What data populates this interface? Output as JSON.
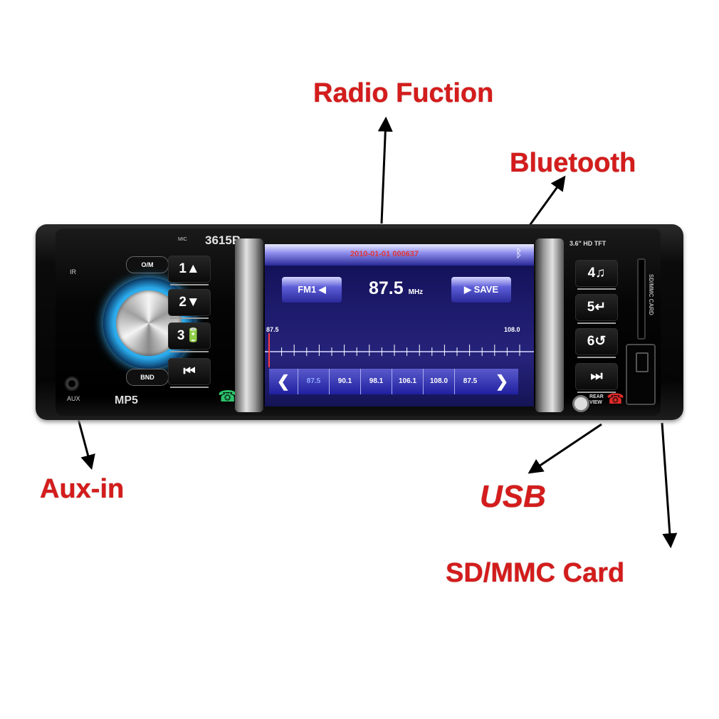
{
  "callouts": {
    "radio": "Radio Fuction",
    "bluetooth": "Bluetooth",
    "aux": "Aux-in",
    "usb": "USB",
    "sd": "SD/MMC Card"
  },
  "device": {
    "model": "3615B",
    "brand_label": "MP5",
    "aux_label": "AUX",
    "power_label": "O/M",
    "band_label": "BND",
    "mic_label": "MIC",
    "ir_label": "IR",
    "screen_spec": "3.6\" HD TFT",
    "sd_slot_label": "SD/MMC CARD",
    "rear_view_label": "REAR VIEW",
    "left_keys": [
      "1▲",
      "2▼",
      "3🔋",
      "⏮"
    ],
    "right_keys": [
      "4♫",
      "5↵",
      "6↺",
      "⏭"
    ]
  },
  "screen": {
    "datetime": "2010-01-01 000637",
    "band_button": "FM1 ◀",
    "frequency": "87.5",
    "frequency_unit": "MHz",
    "save_button": "▶ SAVE",
    "scale_min_label": "87.5",
    "scale_max_label": "108.0",
    "presets": [
      "87.5",
      "90.1",
      "98.1",
      "106.1",
      "108.0",
      "87.5"
    ],
    "active_preset_index": 0,
    "prev_symbol": "❮",
    "next_symbol": "❯"
  },
  "colors": {
    "callout_red": "#d41c1c",
    "knob_ring_blue": "#2aa9ea",
    "screen_blue": "#1a1866",
    "datetime_red": "#e03636",
    "call_green": "#2cc36b",
    "hangup_red": "#e02a2a"
  },
  "icons": {
    "bluetooth": "bluetooth-icon",
    "call": "call-icon",
    "hangup": "hangup-icon",
    "camera": "rear-camera-icon"
  }
}
